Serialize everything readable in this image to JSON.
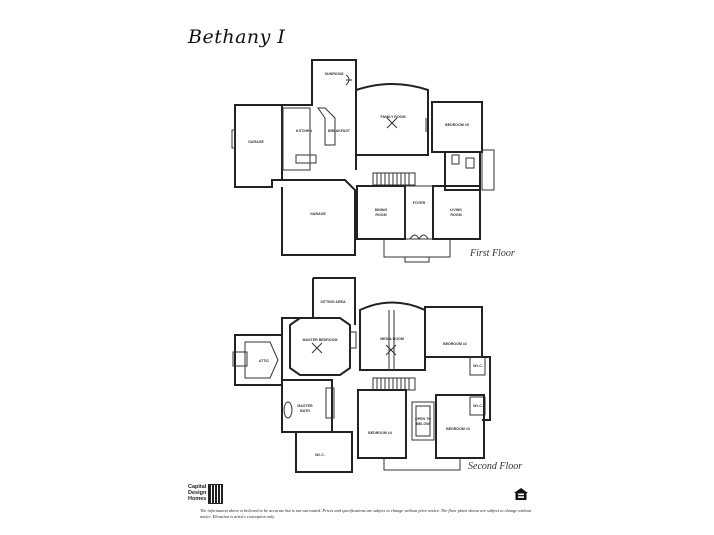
{
  "document": {
    "title": "Bethany I",
    "first_floor": {
      "label": "First Floor",
      "rooms": [
        {
          "name": "SUNROOM"
        },
        {
          "name": "KITCHEN"
        },
        {
          "name": "BREAKFAST"
        },
        {
          "name": "FAMILY ROOM"
        },
        {
          "name": "BEDROOM #5"
        },
        {
          "name": "GARAGE"
        },
        {
          "name": "GARAGE"
        },
        {
          "name": "DINING ROOM"
        },
        {
          "name": "LIVING ROOM"
        },
        {
          "name": "FOYER"
        }
      ]
    },
    "second_floor": {
      "label": "Second Floor",
      "rooms": [
        {
          "name": "SITTING AREA"
        },
        {
          "name": "MASTER BEDROOM"
        },
        {
          "name": "MEDIA ROOM"
        },
        {
          "name": "BEDROOM #2"
        },
        {
          "name": "ATTIC"
        },
        {
          "name": "MASTER BATH"
        },
        {
          "name": "W.I.C."
        },
        {
          "name": "BEDROOM #4"
        },
        {
          "name": "BEDROOM #3"
        },
        {
          "name": "OPEN TO BELOW"
        },
        {
          "name": "W.I.C."
        },
        {
          "name": "W.I.C."
        }
      ]
    },
    "footer": {
      "logo_line1": "Capital",
      "logo_line2": "Design",
      "logo_line3": "Homes",
      "equal_housing_icon": "equal-housing-opportunity-icon",
      "disclaimer": "The information above is believed to be accurate but is not warranted. Prices and specifications are subject to change without prior notice. The floor plans shown are subject to change without notice. Elevation is artist's conception only."
    }
  }
}
